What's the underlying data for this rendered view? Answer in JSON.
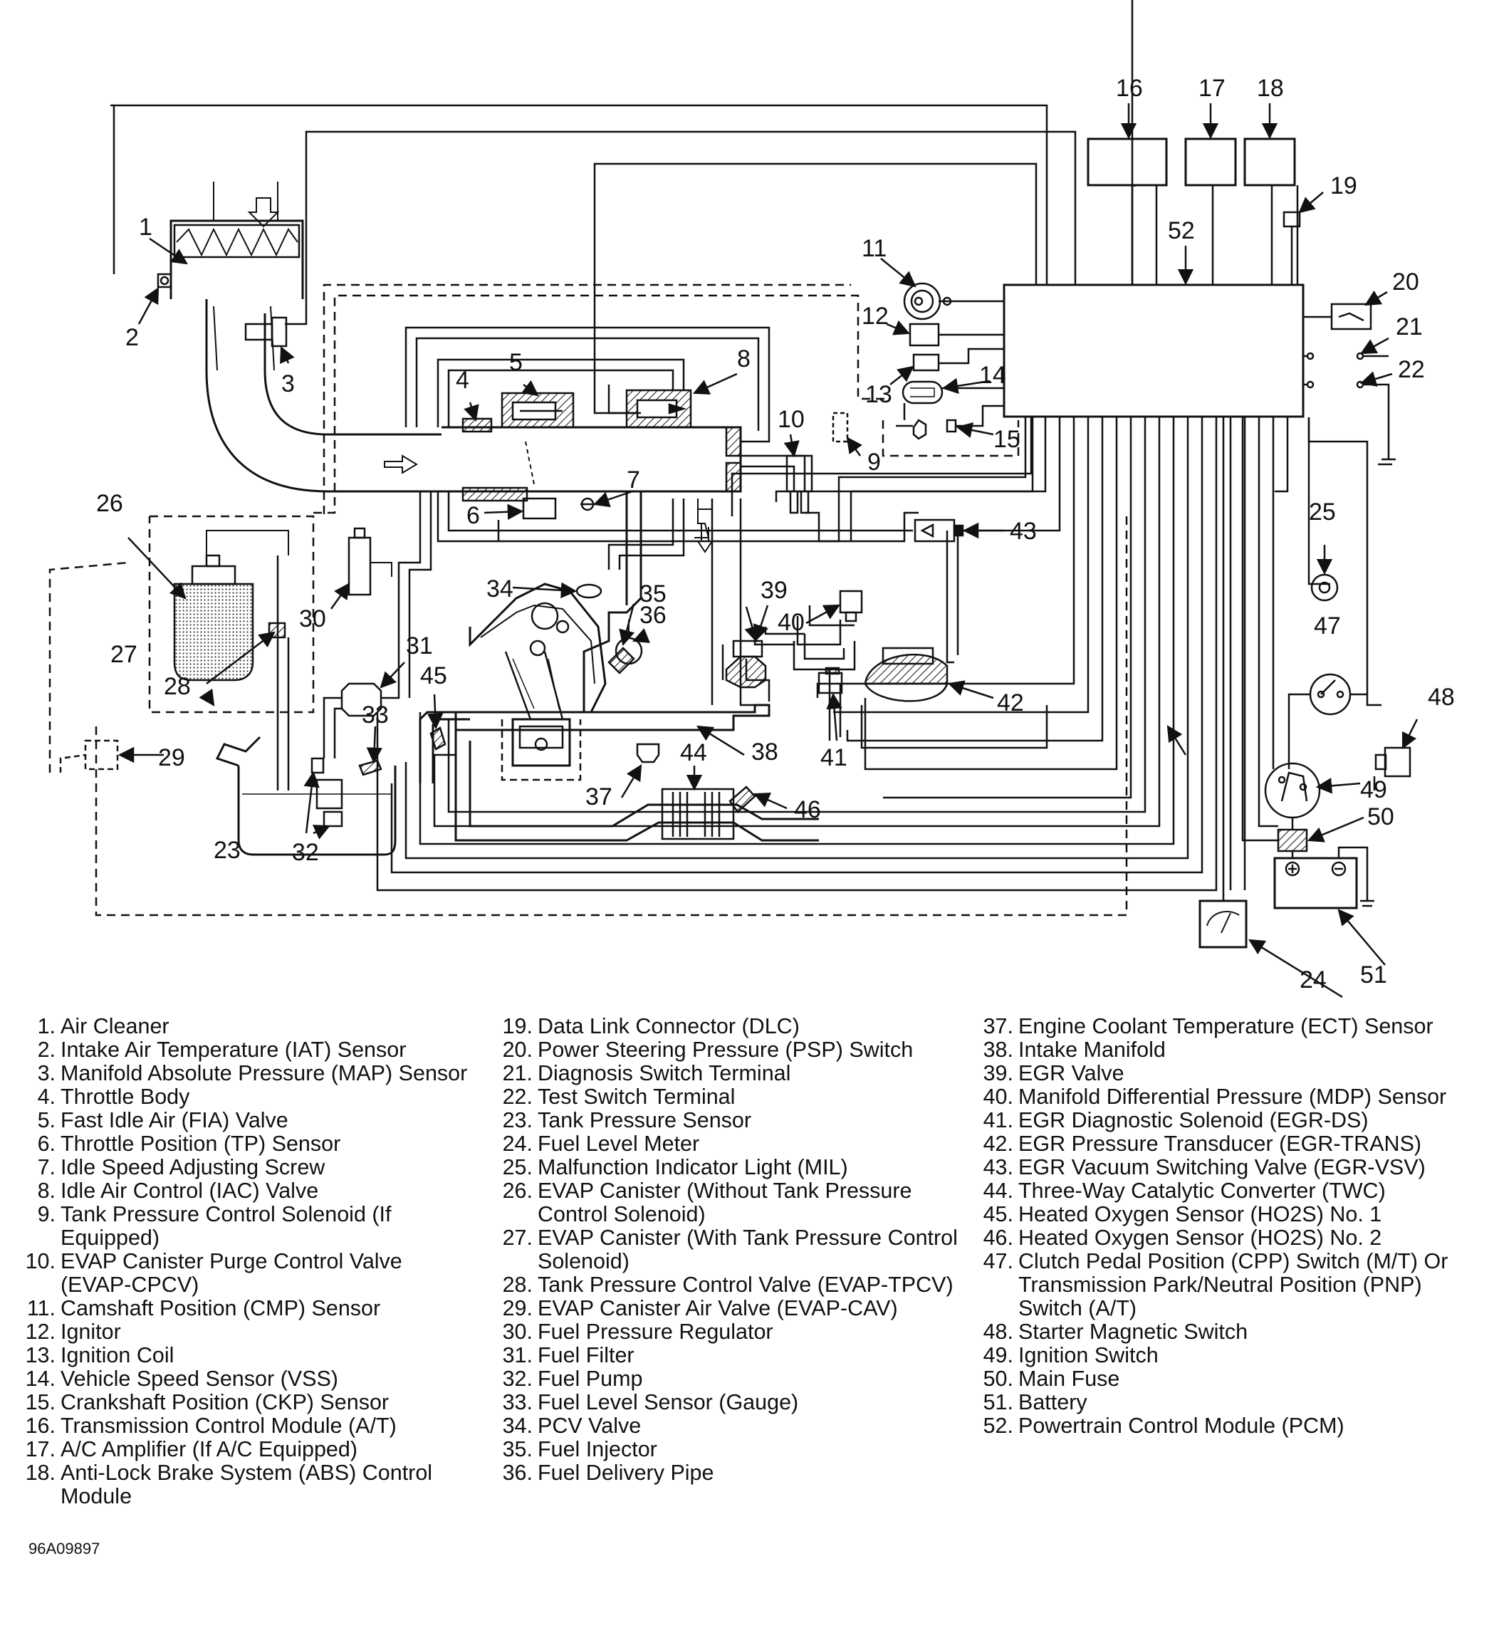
{
  "callouts": [
    {
      "id": "c1",
      "text": "1"
    },
    {
      "id": "c2",
      "text": "2"
    },
    {
      "id": "c3",
      "text": "3"
    },
    {
      "id": "c4",
      "text": "4"
    },
    {
      "id": "c5",
      "text": "5"
    },
    {
      "id": "c6",
      "text": "6"
    },
    {
      "id": "c7",
      "text": "7"
    },
    {
      "id": "c8",
      "text": "8"
    },
    {
      "id": "c9",
      "text": "9"
    },
    {
      "id": "c10",
      "text": "10"
    },
    {
      "id": "c11",
      "text": "11"
    },
    {
      "id": "c12",
      "text": "12"
    },
    {
      "id": "c13",
      "text": "13"
    },
    {
      "id": "c14",
      "text": "14"
    },
    {
      "id": "c15",
      "text": "15"
    },
    {
      "id": "c16",
      "text": "16"
    },
    {
      "id": "c17",
      "text": "17"
    },
    {
      "id": "c18",
      "text": "18"
    },
    {
      "id": "c19",
      "text": "19"
    },
    {
      "id": "c20",
      "text": "20"
    },
    {
      "id": "c21",
      "text": "21"
    },
    {
      "id": "c22",
      "text": "22"
    },
    {
      "id": "c23",
      "text": "23"
    },
    {
      "id": "c24",
      "text": "24"
    },
    {
      "id": "c25",
      "text": "25"
    },
    {
      "id": "c26",
      "text": "26"
    },
    {
      "id": "c27",
      "text": "27"
    },
    {
      "id": "c28",
      "text": "28"
    },
    {
      "id": "c29",
      "text": "29"
    },
    {
      "id": "c30",
      "text": "30"
    },
    {
      "id": "c31",
      "text": "31"
    },
    {
      "id": "c32",
      "text": "32"
    },
    {
      "id": "c33",
      "text": "33"
    },
    {
      "id": "c34",
      "text": "34"
    },
    {
      "id": "c35",
      "text": "35"
    },
    {
      "id": "c36",
      "text": "36"
    },
    {
      "id": "c37",
      "text": "37"
    },
    {
      "id": "c38",
      "text": "38"
    },
    {
      "id": "c39",
      "text": "39"
    },
    {
      "id": "c40",
      "text": "40"
    },
    {
      "id": "c41",
      "text": "41"
    },
    {
      "id": "c42",
      "text": "42"
    },
    {
      "id": "c43",
      "text": "43"
    },
    {
      "id": "c44",
      "text": "44"
    },
    {
      "id": "c45",
      "text": "45"
    },
    {
      "id": "c46",
      "text": "46"
    },
    {
      "id": "c47",
      "text": "47"
    },
    {
      "id": "c48",
      "text": "48"
    },
    {
      "id": "c49",
      "text": "49"
    },
    {
      "id": "c50",
      "text": "50"
    },
    {
      "id": "c51",
      "text": "51"
    },
    {
      "id": "c52",
      "text": "52"
    }
  ],
  "legend": {
    "col1": [
      {
        "num": "1.",
        "label": "Air Cleaner"
      },
      {
        "num": "2.",
        "label": "Intake Air Temperature (IAT) Sensor"
      },
      {
        "num": "3.",
        "label": "Manifold Absolute Pressure (MAP) Sensor"
      },
      {
        "num": "4.",
        "label": "Throttle Body"
      },
      {
        "num": "5.",
        "label": "Fast Idle Air (FIA) Valve"
      },
      {
        "num": "6.",
        "label": "Throttle Position (TP) Sensor"
      },
      {
        "num": "7.",
        "label": "Idle Speed Adjusting Screw"
      },
      {
        "num": "8.",
        "label": "Idle Air Control (IAC) Valve"
      },
      {
        "num": "9.",
        "label": "Tank Pressure Control Solenoid (If Equipped)"
      },
      {
        "num": "10.",
        "label": "EVAP Canister Purge Control Valve (EVAP-CPCV)"
      },
      {
        "num": "11.",
        "label": "Camshaft Position (CMP) Sensor"
      },
      {
        "num": "12.",
        "label": "Ignitor"
      },
      {
        "num": "13.",
        "label": "Ignition Coil"
      },
      {
        "num": "14.",
        "label": "Vehicle Speed Sensor (VSS)"
      },
      {
        "num": "15.",
        "label": "Crankshaft Position (CKP) Sensor"
      },
      {
        "num": "16.",
        "label": "Transmission Control Module (A/T)"
      },
      {
        "num": "17.",
        "label": "A/C Amplifier (If A/C Equipped)"
      },
      {
        "num": "18.",
        "label": "Anti-Lock Brake System (ABS) Control Module"
      }
    ],
    "col2": [
      {
        "num": "19.",
        "label": "Data Link Connector (DLC)"
      },
      {
        "num": "20.",
        "label": "Power Steering Pressure (PSP) Switch"
      },
      {
        "num": "21.",
        "label": "Diagnosis Switch Terminal"
      },
      {
        "num": "22.",
        "label": "Test Switch Terminal"
      },
      {
        "num": "23.",
        "label": "Tank Pressure Sensor"
      },
      {
        "num": "24.",
        "label": "Fuel Level Meter"
      },
      {
        "num": "25.",
        "label": "Malfunction Indicator Light (MIL)"
      },
      {
        "num": "26.",
        "label": "EVAP Canister (Without Tank Pressure Control Solenoid)"
      },
      {
        "num": "27.",
        "label": "EVAP Canister (With Tank Pressure Control Solenoid)"
      },
      {
        "num": "28.",
        "label": "Tank Pressure Control Valve (EVAP-TPCV)"
      },
      {
        "num": "29.",
        "label": "EVAP Canister Air Valve (EVAP-CAV)"
      },
      {
        "num": "30.",
        "label": "Fuel Pressure Regulator"
      },
      {
        "num": "31.",
        "label": "Fuel Filter"
      },
      {
        "num": "32.",
        "label": "Fuel Pump"
      },
      {
        "num": "33.",
        "label": "Fuel Level Sensor (Gauge)"
      },
      {
        "num": "34.",
        "label": "PCV Valve"
      },
      {
        "num": "35.",
        "label": "Fuel Injector"
      },
      {
        "num": "36.",
        "label": "Fuel Delivery Pipe"
      }
    ],
    "col3": [
      {
        "num": "37.",
        "label": "Engine Coolant Temperature (ECT) Sensor"
      },
      {
        "num": "38.",
        "label": "Intake Manifold"
      },
      {
        "num": "39.",
        "label": "EGR Valve"
      },
      {
        "num": "40.",
        "label": "Manifold Differential Pressure (MDP) Sensor"
      },
      {
        "num": "41.",
        "label": "EGR Diagnostic Solenoid (EGR-DS)"
      },
      {
        "num": "42.",
        "label": "EGR Pressure Transducer (EGR-TRANS)"
      },
      {
        "num": "43.",
        "label": "EGR Vacuum Switching Valve (EGR-VSV)"
      },
      {
        "num": "44.",
        "label": "Three-Way Catalytic Converter (TWC)"
      },
      {
        "num": "45.",
        "label": "Heated Oxygen Sensor (HO2S) No. 1"
      },
      {
        "num": "46.",
        "label": "Heated Oxygen Sensor (HO2S) No. 2"
      },
      {
        "num": "47.",
        "label": "Clutch Pedal Position (CPP) Switch (M/T) Or Transmission Park/Neutral Position (PNP) Switch (A/T)"
      },
      {
        "num": "48.",
        "label": "Starter Magnetic Switch"
      },
      {
        "num": "49.",
        "label": "Ignition Switch"
      },
      {
        "num": "50.",
        "label": "Main Fuse"
      },
      {
        "num": "51.",
        "label": "Battery"
      },
      {
        "num": "52.",
        "label": "Powertrain Control Module (PCM)"
      }
    ]
  },
  "figure_id": "96A09897"
}
